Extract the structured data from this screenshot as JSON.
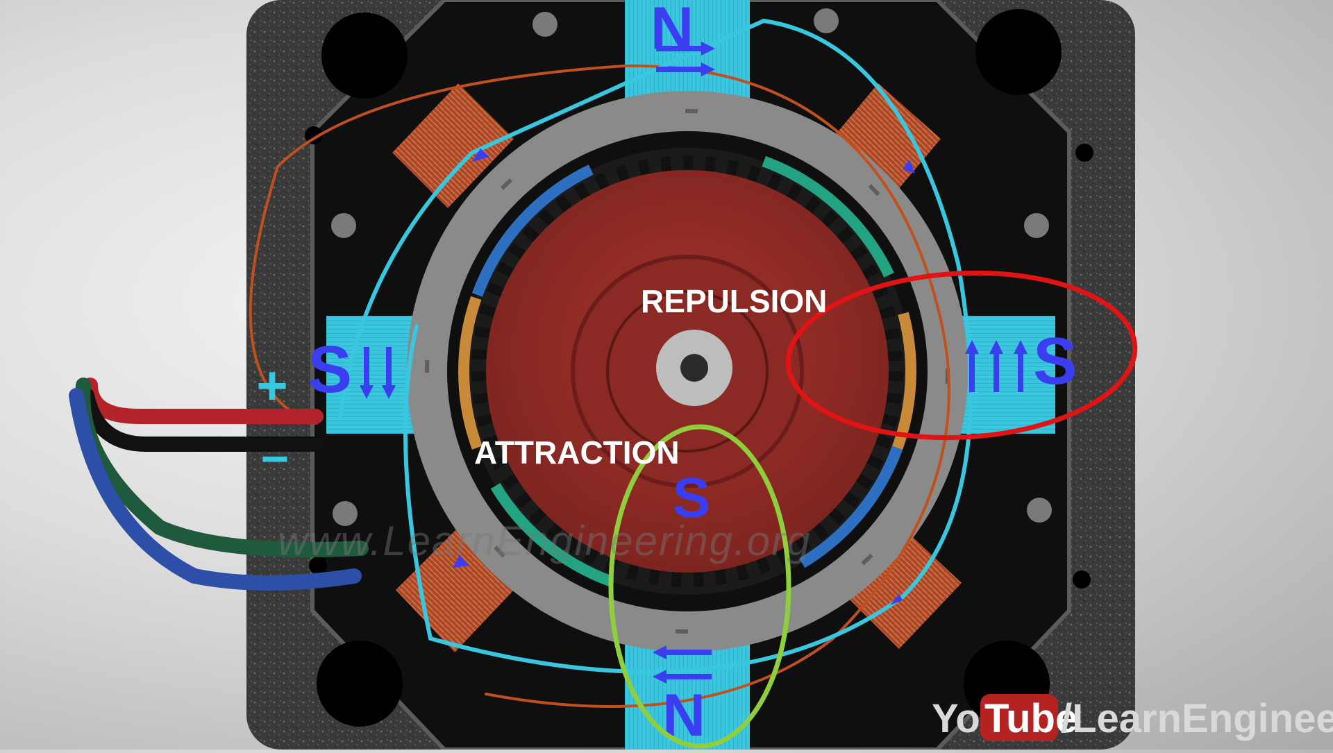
{
  "labels": {
    "repulsion": "REPULSION",
    "attraction": "ATTRACTION",
    "pole_top": "N",
    "pole_bottom": "N",
    "pole_left": "S",
    "pole_right": "S",
    "rotor_pole": "S",
    "plus_sign": "+",
    "minus_sign": "−"
  },
  "watermark": "www.LearnEngineering.org",
  "branding": {
    "you": "You",
    "tube": "Tube",
    "channel": "/LearnEngineering"
  },
  "colors": {
    "stator_housing": "#3b3b3b",
    "stator_face": "#101010",
    "rotor": "#8e2a26",
    "coil_copper": "#b5502a",
    "energized_coil": "#39c6df",
    "pole_letter": "#3a3df0",
    "repulsion_ring": "#e01414",
    "attraction_ring": "#8fce3c",
    "wire_red": "#b3232a",
    "wire_black": "#111111",
    "wire_green": "#1f5a3d",
    "wire_blue": "#2d4fa8"
  }
}
